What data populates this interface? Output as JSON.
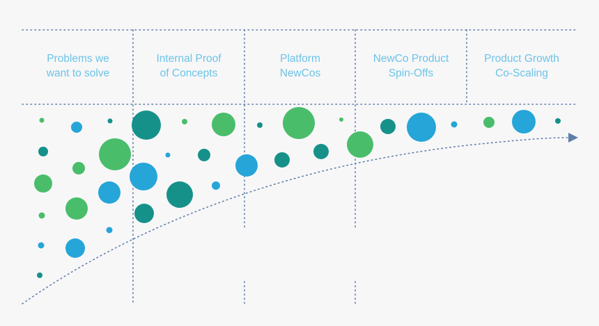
{
  "stages": [
    {
      "line1": "Problems we",
      "line2": "want to solve"
    },
    {
      "line1": "Internal Proof",
      "line2": "of Concepts"
    },
    {
      "line1": "Platform",
      "line2": "NewCos"
    },
    {
      "line1": "NewCo Product",
      "line2": "Spin-Offs"
    },
    {
      "line1": "Product Growth",
      "line2": "Co-Scaling"
    }
  ],
  "colors": {
    "green": "#4abd6b",
    "teal": "#16918a",
    "blue": "#26a5d8",
    "label": "#6cc3e6",
    "guide": "#5f7fa7",
    "background": "#f7f7f8"
  },
  "icons": {
    "trend": "arrow-head-icon"
  }
}
